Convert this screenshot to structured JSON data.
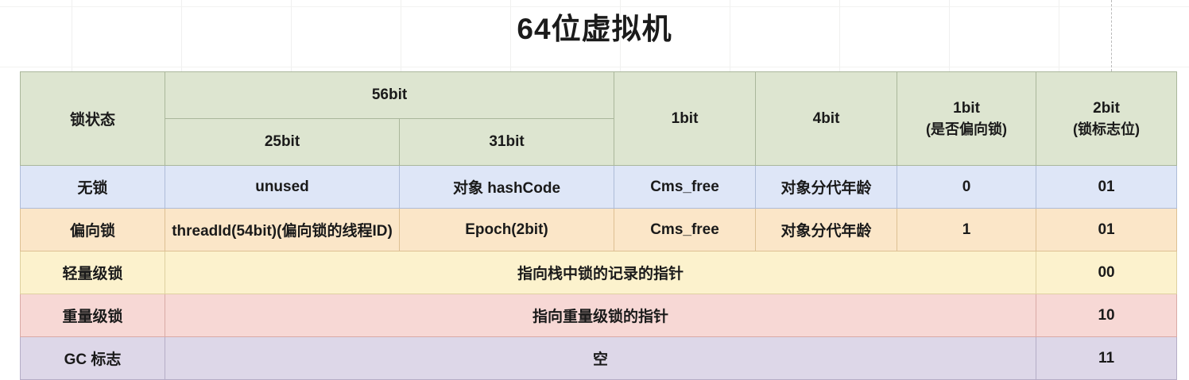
{
  "page": {
    "title": "64位虚拟机",
    "background_color": "#ffffff",
    "title_color": "#1b1b1b"
  },
  "table": {
    "header": {
      "state_label": "锁状态",
      "group_56bit": "56bit",
      "sub_25bit": "25bit",
      "sub_31bit": "31bit",
      "col_1bit": "1bit",
      "col_4bit": "4bit",
      "col_biased_flag_bits": "1bit",
      "col_biased_flag_desc": "(是否偏向锁)",
      "col_lock_flag_bits": "2bit",
      "col_lock_flag_desc": "(锁标志位)"
    },
    "rows": [
      {
        "state": "无锁",
        "c25": "unused",
        "c31": "对象 hashCode",
        "c1bit": "Cms_free",
        "c4bit": "对象分代年龄",
        "biased": "0",
        "lockflag": "01",
        "color": "#dee6f7"
      },
      {
        "state": "偏向锁",
        "c25": "threadId(54bit)(偏向锁的线程ID)",
        "c31": "Epoch(2bit)",
        "c1bit": "Cms_free",
        "c4bit": "对象分代年龄",
        "biased": "1",
        "lockflag": "01",
        "color": "#fbe6c8"
      },
      {
        "state": "轻量级锁",
        "merged": "指向栈中锁的记录的指针",
        "lockflag": "00",
        "color": "#fcf2cd"
      },
      {
        "state": "重量级锁",
        "merged": "指向重量级锁的指针",
        "lockflag": "10",
        "color": "#f7d8d5"
      },
      {
        "state": "GC 标志",
        "merged": "空",
        "lockflag": "11",
        "color": "#ddd7e8"
      }
    ]
  }
}
